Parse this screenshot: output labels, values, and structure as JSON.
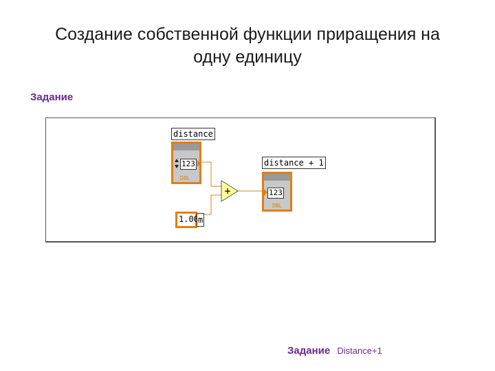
{
  "slide": {
    "title_line1": "Создание собственной функции приращения на",
    "title_line2": "одну единицу",
    "task_label": "Задание"
  },
  "diagram": {
    "input_control": {
      "label": "distance",
      "value": "123",
      "type": "DBL"
    },
    "output_indicator": {
      "label": "distance + 1",
      "value": "123",
      "type": "DBL"
    },
    "constant": {
      "value": "1.00",
      "unit": "m"
    },
    "add_node_symbol": "+"
  },
  "footer": {
    "label": "Задание",
    "value": "Distance+1"
  },
  "colors": {
    "wire_orange": "#e07f10",
    "label_purple": "#6a2a8a",
    "add_node_fill": "#ffff99"
  }
}
